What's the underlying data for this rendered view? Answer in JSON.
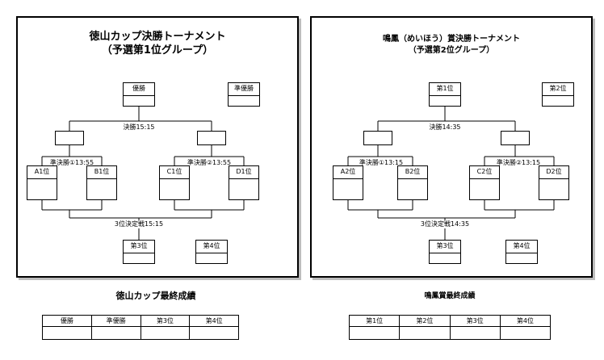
{
  "left": {
    "title_line1": "徳山カップ決勝トーナメント",
    "title_line2": "（予選第1位グループ）",
    "winner_box": "優勝",
    "runner_box": "準優勝",
    "final_label": "決勝15:15",
    "semi1_label": "準決勝①13:55",
    "semi2_label": "準決勝②13:55",
    "teams": [
      "A1位",
      "B1位",
      "C1位",
      "D1位"
    ],
    "third_label": "3位決定戦15:15",
    "third_box": "第3位",
    "fourth_box": "第4位",
    "results_title": "徳山カップ最終成績",
    "results_headers": [
      "優勝",
      "準優勝",
      "第3位",
      "第4位"
    ]
  },
  "right": {
    "title_line1": "鳴鳳（めいほう）賞決勝トーナメント",
    "title_line2": "（予選第2位グループ）",
    "winner_box": "第1位",
    "runner_box": "第2位",
    "final_label": "決勝14:35",
    "semi1_label": "準決勝①13:15",
    "semi2_label": "準決勝②13:15",
    "teams": [
      "A2位",
      "B2位",
      "C2位",
      "D2位"
    ],
    "third_label": "3位決定戦14:35",
    "third_box": "第3位",
    "fourth_box": "第4位",
    "results_title": "鳴鳳賞最終成績",
    "results_headers": [
      "第1位",
      "第2位",
      "第3位",
      "第4位"
    ]
  }
}
